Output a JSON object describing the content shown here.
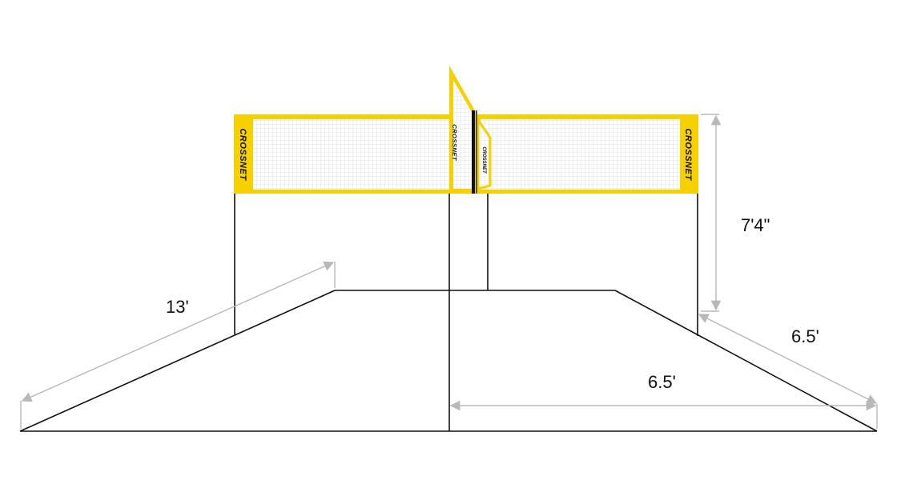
{
  "brand": {
    "name": "CROSSNET"
  },
  "dimensions": {
    "side_length": "13'",
    "net_height": "7'4\"",
    "diagonal_half": "6.5'",
    "base_half": "6.5'"
  },
  "colors": {
    "frame_yellow": "#f7d000",
    "line": "#111111",
    "dim_line": "#b8b8b8",
    "mesh": "#bdbdbd"
  }
}
